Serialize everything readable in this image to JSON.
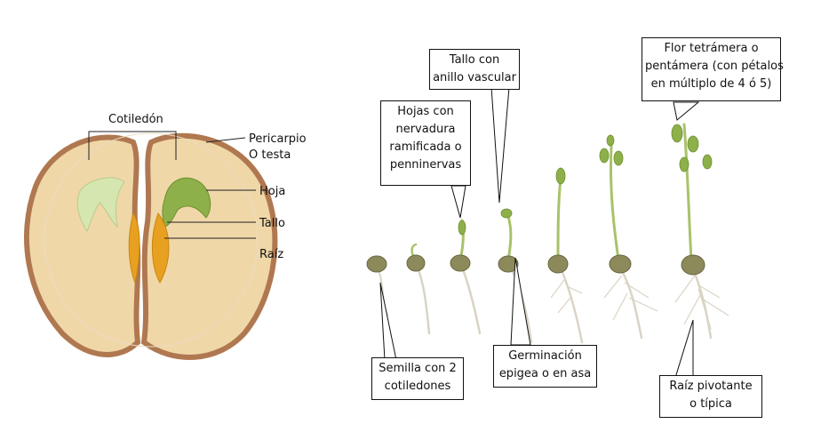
{
  "seed_labels": {
    "cotiledon": "Cotiledón",
    "pericarpio": "Pericarpio",
    "testa": "O testa",
    "hoja": "Hoja",
    "tallo": "Tallo",
    "raiz": "Raíz"
  },
  "callouts": {
    "semilla": [
      "Semilla con 2",
      "cotiledones"
    ],
    "hojas": [
      "Hojas con",
      "nervadura",
      "ramificada o",
      "penninervas"
    ],
    "tallo": [
      "Tallo con",
      "anillo vascular"
    ],
    "germinacion": [
      "Germinación",
      "epigea o en asa"
    ],
    "flor": [
      "Flor tetrámera o",
      "pentámera (con pétalos",
      "en múltiplo de 4 ó 5)"
    ],
    "raiz": [
      "Raíz pivotante",
      "o típica"
    ]
  },
  "colors": {
    "seed_coat": "#b07850",
    "seed_inner": "#f0d7a8",
    "leaf_green": "#8db04a",
    "light_leaf": "#d6e6b0",
    "radicle_orange": "#e8a020",
    "seed_ball": "#8c8a5a",
    "stem_green": "#a9c26a",
    "root": "#d9d4c4"
  }
}
